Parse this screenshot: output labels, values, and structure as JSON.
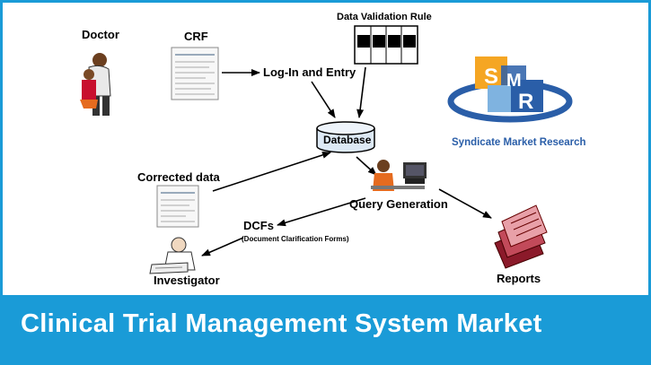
{
  "diagram": {
    "nodes": {
      "doctor": "Doctor",
      "crf": "CRF",
      "data_validation_rule": "Data Validation Rule",
      "login_entry": "Log-In and Entry",
      "database": "Database",
      "corrected_data": "Corrected data",
      "query_generation": "Query Generation",
      "dcfs": "DCFs",
      "dcfs_full": "(Document Clarification Forms)",
      "investigator": "Investigator",
      "reports": "Reports"
    },
    "logo": {
      "letters": "SMR",
      "name": "Syndicate Market Research"
    }
  },
  "banner": {
    "title": "Clinical Trial Management System Market"
  },
  "colors": {
    "banner_bg": "#1a9bd7",
    "logo_blue": "#2a5ea8",
    "logo_orange": "#f5a623",
    "logo_text": "#2a5ea8"
  }
}
